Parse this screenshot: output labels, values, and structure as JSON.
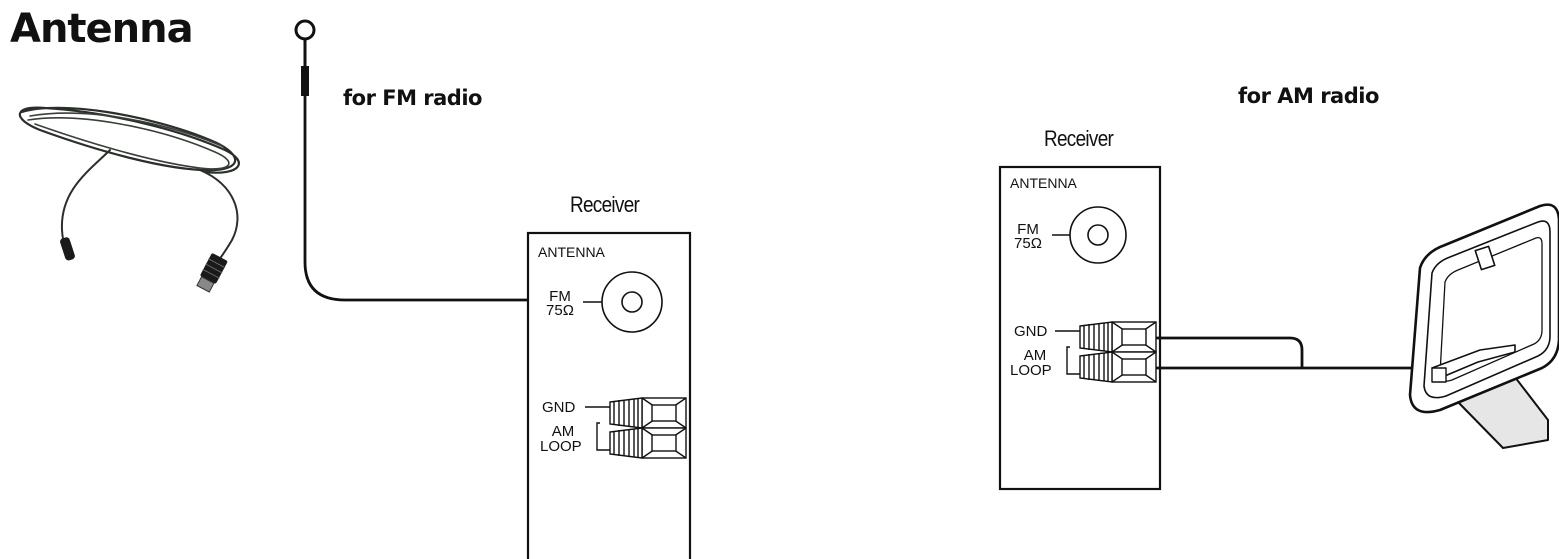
{
  "title": "Antenna",
  "fm_section": {
    "heading": "for FM radio",
    "receiver_caption": "Receiver",
    "panel": {
      "antenna_label": "ANTENNA",
      "fm_label": "FM",
      "ohm_label": "75Ω",
      "gnd_label": "GND",
      "am_label": "AM",
      "loop_label": "LOOP"
    }
  },
  "am_section": {
    "heading": "for AM radio",
    "receiver_caption": "Receiver",
    "panel": {
      "antenna_label": "ANTENNA",
      "fm_label": "FM",
      "ohm_label": "75Ω",
      "gnd_label": "GND",
      "am_label": "AM",
      "loop_label": "LOOP"
    }
  },
  "colors": {
    "line": "#111111",
    "cable": "#2a2f2a",
    "connector": "#1a1a1a",
    "stand": "#e6e6e6"
  }
}
